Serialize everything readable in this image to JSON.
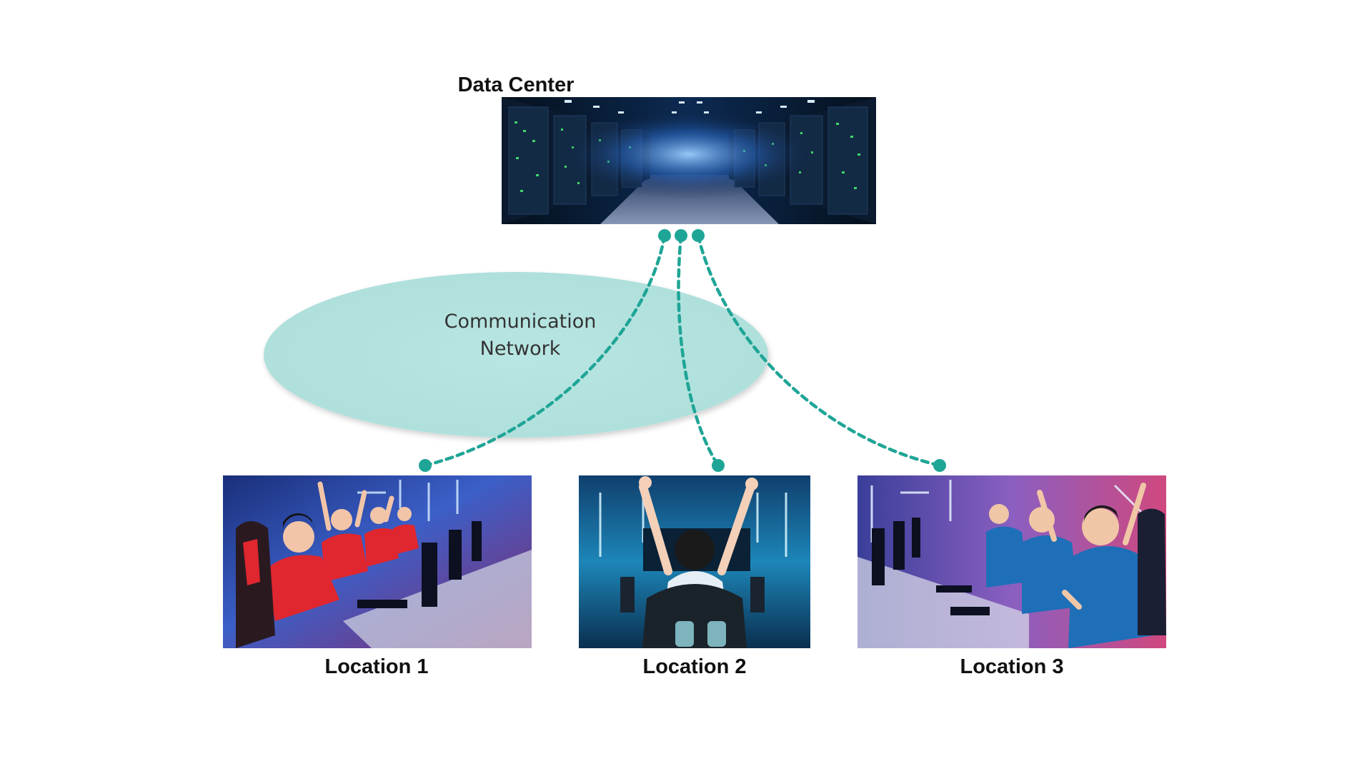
{
  "data_center": {
    "title": "Data Center"
  },
  "network": {
    "line1": "Communication",
    "line2": "Network",
    "fill_color": "#b5e3df",
    "link_color": "#1fa596"
  },
  "locations": [
    {
      "label": "Location 1",
      "theme_color": "#d8262e"
    },
    {
      "label": "Location 2",
      "theme_color": "#1e8fc8"
    },
    {
      "label": "Location 3",
      "theme_color": "#2a6fb8"
    }
  ]
}
